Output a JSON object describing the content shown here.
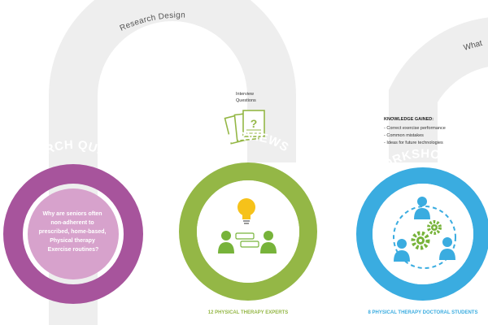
{
  "arc_labels": {
    "research_design": "Research Design",
    "what": "What"
  },
  "interview_questions": [
    "Interview",
    "Questions"
  ],
  "knowledge": {
    "heading": "KNOWLEDGE GAINED:",
    "items": [
      "- Correct exercise performance",
      "- Common mistakes",
      "- Ideas for future technologies"
    ]
  },
  "research_question": {
    "title": "RESEARCH QUESTION",
    "lines": [
      "Why are seniors often",
      "non-adherent to",
      "prescribed, home-based,",
      "Physical therapy",
      "Exercise routines?"
    ]
  },
  "interviews": {
    "title": "INTERVIEWS",
    "caption": "12 PHYSICAL THERAPY EXPERTS"
  },
  "workshops": {
    "title": "WORKSHOPS",
    "caption": "8 PHYSICAL THERAPY DOCTORAL STUDENTS"
  },
  "colors": {
    "purple": "#a7549c",
    "purple_light": "#d7a2cc",
    "green": "#94b746",
    "blue": "#3aace0",
    "arc_gray": "#eeeeee",
    "bulb": "#f6c21a",
    "gear": "#77b33a"
  }
}
